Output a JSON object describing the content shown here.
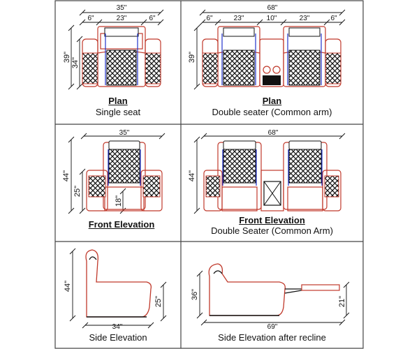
{
  "panels": {
    "plan_single": {
      "title": "Plan",
      "subtitle": "Single seat",
      "dims": {
        "total_width": "35\"",
        "arm_left": "6\"",
        "seat_width": "23\"",
        "arm_right": "6\"",
        "depth": "39\"",
        "seat_depth": "34\""
      }
    },
    "plan_double": {
      "title": "Plan",
      "subtitle": "Double seater (Common arm)",
      "dims": {
        "total_width": "68\"",
        "arm_left": "6\"",
        "seat1_width": "23\"",
        "common_arm": "10\"",
        "seat2_width": "23\"",
        "arm_right": "6\"",
        "depth": "39\""
      }
    },
    "front_single": {
      "title": "Front Elevation",
      "dims": {
        "width": "35\"",
        "height": "44\"",
        "arm_height": "25\"",
        "seat_height": "18\""
      }
    },
    "front_double": {
      "title": "Front Elevation",
      "subtitle": "Double Seater (Common Arm)",
      "dims": {
        "width": "68\"",
        "height": "44\""
      }
    },
    "side": {
      "title": "Side Elevation",
      "dims": {
        "height": "44\"",
        "arm_height": "25\"",
        "depth": "34\""
      }
    },
    "side_recline": {
      "title": "Side Elevation after recline",
      "dims": {
        "height": "36\"",
        "footrest_height": "21\"",
        "length": "69\""
      }
    }
  },
  "colors": {
    "outline_red": "#c0392b",
    "seat_blue": "#2233cc",
    "line_black": "#111111",
    "frame_gray": "#444444"
  }
}
